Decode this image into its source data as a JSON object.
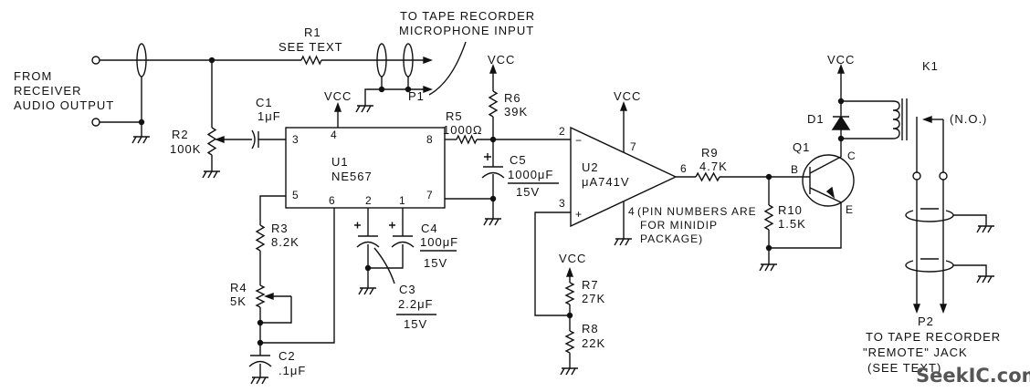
{
  "input": {
    "lines": [
      "FROM",
      "RECEIVER",
      "AUDIO OUTPUT"
    ]
  },
  "mic_output": {
    "lines": [
      "TO TAPE RECORDER",
      "MICROPHONE INPUT"
    ],
    "plug": "P1"
  },
  "remote_output": {
    "plug": "P2",
    "lines": [
      "TO TAPE RECORDER",
      "\"REMOTE\" JACK",
      "(SEE TEXT)"
    ]
  },
  "supply_label": "VCC",
  "components": {
    "R1": {
      "ref": "R1",
      "value": "SEE TEXT"
    },
    "R2": {
      "ref": "R2",
      "value": "100K"
    },
    "R3": {
      "ref": "R3",
      "value": "8.2K"
    },
    "R4": {
      "ref": "R4",
      "value": "5K"
    },
    "R5": {
      "ref": "R5",
      "value": "1000Ω"
    },
    "R6": {
      "ref": "R6",
      "value": "39K"
    },
    "R7": {
      "ref": "R7",
      "value": "27K"
    },
    "R8": {
      "ref": "R8",
      "value": "22K"
    },
    "R9": {
      "ref": "R9",
      "value": "4.7K"
    },
    "R10": {
      "ref": "R10",
      "value": "1.5K"
    },
    "C1": {
      "ref": "C1",
      "value": "1μF"
    },
    "C2": {
      "ref": "C2",
      "value": ".1μF"
    },
    "C3": {
      "ref": "C3",
      "value": "2.2μF",
      "voltage": "15V"
    },
    "C4": {
      "ref": "C4",
      "value": "100μF",
      "voltage": "15V"
    },
    "C5": {
      "ref": "C5",
      "value": "1000μF",
      "voltage": "15V"
    },
    "U1": {
      "ref": "U1",
      "part": "NE567",
      "pins": [
        "3",
        "4",
        "8",
        "5",
        "6",
        "2",
        "1",
        "7"
      ]
    },
    "U2": {
      "ref": "U2",
      "part": "μA741V",
      "pins": [
        "2",
        "3",
        "7",
        "6",
        "4"
      ],
      "minus": "−",
      "plus": "+",
      "note": [
        "(PIN NUMBERS ARE",
        "FOR MINIDIP",
        "PACKAGE)"
      ]
    },
    "Q1": {
      "ref": "Q1",
      "base": "B",
      "collector": "C",
      "emitter": "E"
    },
    "D1": {
      "ref": "D1"
    },
    "K1": {
      "ref": "K1",
      "contact": "(N.O.)"
    }
  },
  "watermark": "SeekIC.com"
}
